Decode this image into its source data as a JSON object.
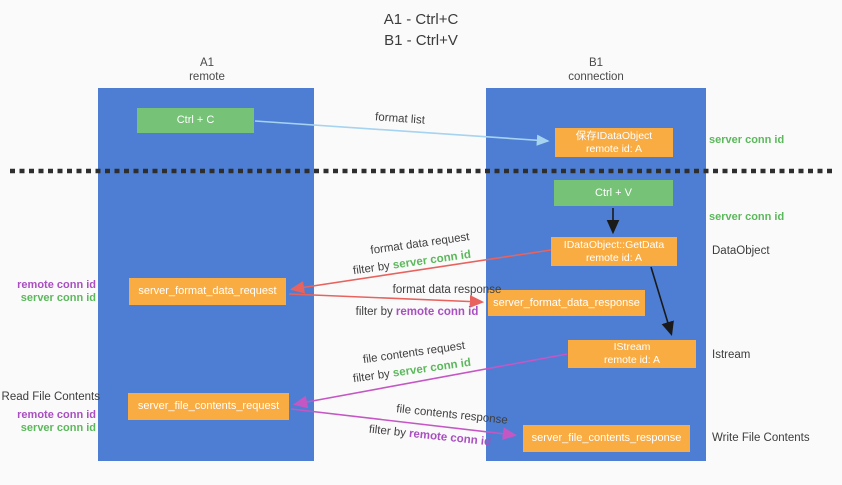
{
  "title": {
    "line1": "A1 - Ctrl+C",
    "line2": "B1 - Ctrl+V"
  },
  "colors": {
    "lane_blue": "#4d7ed3",
    "box_green": "#76c277",
    "box_orange": "#f9ac42",
    "id_green": "#5cb85c",
    "id_purple": "#a94fc0",
    "arrow_red": "#e8635e",
    "arrow_magenta": "#c457c4",
    "arrow_light_blue": "#a5d3f0",
    "arrow_black": "#1a1a1a"
  },
  "lanes": {
    "left": {
      "name": "A1",
      "role": "remote"
    },
    "right": {
      "name": "B1",
      "role": "connection"
    }
  },
  "nodes": {
    "ctrl_c": {
      "label": "Ctrl + C"
    },
    "ctrl_v": {
      "label": "Ctrl + V"
    },
    "save_dataobject": {
      "line1": "保存IDataObject",
      "line2": "remote id: A"
    },
    "getdata": {
      "line1": "IDataObject::GetData",
      "line2": "remote id: A"
    },
    "istream": {
      "line1": "IStream",
      "line2": "remote id: A"
    },
    "format_request": {
      "label": "server_format_data_request"
    },
    "format_response": {
      "label": "server_format_data_response"
    },
    "file_request": {
      "label": "server_file_contents_request"
    },
    "file_response": {
      "label": "server_file_contents_response"
    }
  },
  "arrow_labels": {
    "format_list": "format list",
    "format_data_request": "format data request",
    "format_data_response": "format data response",
    "file_contents_request": "file contents request",
    "file_contents_response": "file contents response"
  },
  "filters": {
    "f1": {
      "prefix": "filter by ",
      "id": "server conn id"
    },
    "f2": {
      "prefix": "filter by ",
      "id": "remote conn id"
    },
    "f3": {
      "prefix": "filter by ",
      "id": "server conn id"
    },
    "f4": {
      "prefix": "filter by ",
      "id": "remote conn id"
    }
  },
  "side_labels": {
    "server_conn_id_top": "server conn id",
    "server_conn_id_mid": "server conn id",
    "dataobject": "DataObject",
    "istream": "Istream",
    "write_file_contents": "Write File Contents"
  },
  "left_annotations": {
    "pair1": {
      "remote": "remote conn id",
      "server": "server conn id"
    },
    "read_file_contents": "Read File Contents",
    "pair2": {
      "remote": "remote conn id",
      "server": "server conn id"
    }
  }
}
